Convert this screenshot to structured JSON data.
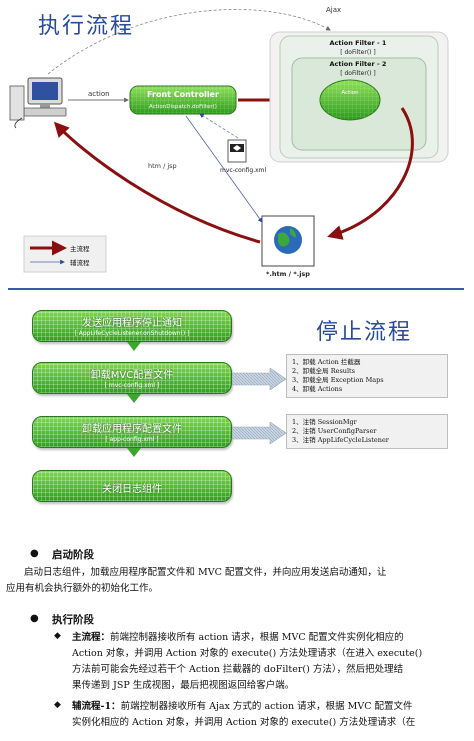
{
  "top": {
    "title": "执行流程",
    "ajax_label": "Ajax",
    "action_label": "action",
    "front_controller_title": "Front Controller",
    "front_controller_sub": "ActionDispatch.doFilter()",
    "filter1_title": "Action Filter - 1",
    "filter1_sub": "[ doFilter() ]",
    "filter2_title": "Action Filter - 2",
    "filter2_sub": "[ doFilter() ]",
    "action_box": "Action",
    "htm_jsp_label": "htm / jsp",
    "mvc_config_label": "mvc-config.xml",
    "view_label": "*.htm / *.jsp",
    "legend_main": "主流程",
    "legend_aux": "辅流程"
  },
  "stop": {
    "title": "停止流程",
    "steps": [
      {
        "title": "发送应用程序停止通知",
        "sub": "[ AppLifeCycleListener.onShutdown() ]"
      },
      {
        "title": "卸载MVC配置文件",
        "sub": "[ mvc-config.xml ]"
      },
      {
        "title": "卸载应用程序配置文件",
        "sub": "[ app-config.xml ]"
      },
      {
        "title": "关闭日志组件",
        "sub": ""
      }
    ],
    "detail1": [
      "1、卸载 Action 拦截器",
      "2、卸载全局 Results",
      "3、卸载全局 Exception Maps",
      "4、卸载 Actions"
    ],
    "detail2": [
      "1、注销 SessionMgr",
      "2、注销 UserConfigParser",
      "3、注销 AppLifeCycleListener"
    ]
  },
  "text": {
    "startup_heading": "启动阶段",
    "startup_line1": "启动日志组件，加载应用程序配置文件和 MVC 配置文件，并向应用发送启动通知，让",
    "startup_line2": "应用有机会执行额外的初始化工作。",
    "exec_heading": "执行阶段",
    "main_label": "主流程：",
    "main_line1": "前端控制器接收所有 action 请求，根据 MVC 配置文件实例化相应的",
    "main_line2": "Action 对象，并调用 Action 对象的 execute() 方法处理请求（在进入 execute()",
    "main_line3": "方法前可能会先经过若干个 Action 拦截器的 doFilter() 方法），然后把处理结",
    "main_line4": "果传递到 JSP 生成视图，最后把视图返回给客户端。",
    "aux_label": "辅流程-1：",
    "aux_line1": "前端控制器接收所有 Ajax 方式的 action 请求，根据 MVC 配置文件",
    "aux_line2": "实例化相应的 Action 对象，并调用 Action 对象的 execute() 方法处理请求（在"
  }
}
